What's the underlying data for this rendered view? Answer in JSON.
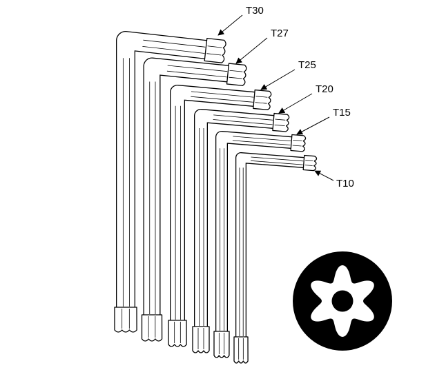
{
  "figure": {
    "background": "#ffffff",
    "line_color": "#000000",
    "fill_color": "#ffffff"
  },
  "labels": [
    {
      "id": "t30",
      "text": "T30"
    },
    {
      "id": "t27",
      "text": "T27"
    },
    {
      "id": "t25",
      "text": "T25"
    },
    {
      "id": "t20",
      "text": "T20"
    },
    {
      "id": "t15",
      "text": "T15"
    },
    {
      "id": "t10",
      "text": "T10"
    }
  ],
  "icon": {
    "name": "torx-security-socket-icon",
    "disk_color": "#000000",
    "star_color": "#ffffff",
    "pin_hole_color": "#000000"
  }
}
